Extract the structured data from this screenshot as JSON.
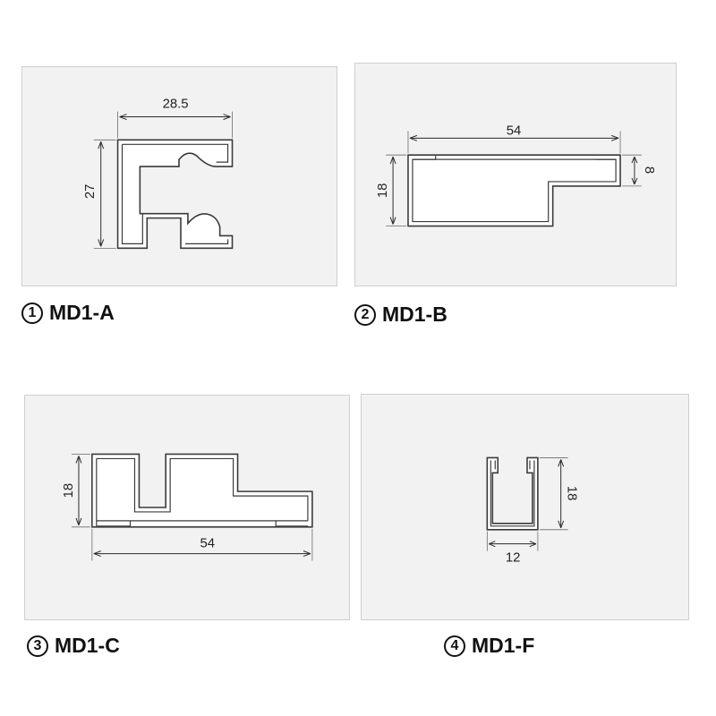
{
  "panels": [
    {
      "number": "1",
      "name": "MD1-A",
      "dims": {
        "width": "28.5",
        "height": "27"
      }
    },
    {
      "number": "2",
      "name": "MD1-B",
      "dims": {
        "width": "54",
        "height": "18",
        "lip": "8"
      }
    },
    {
      "number": "3",
      "name": "MD1-C",
      "dims": {
        "width": "54",
        "height": "18"
      }
    },
    {
      "number": "4",
      "name": "MD1-F",
      "dims": {
        "width": "12",
        "height": "18"
      }
    }
  ]
}
